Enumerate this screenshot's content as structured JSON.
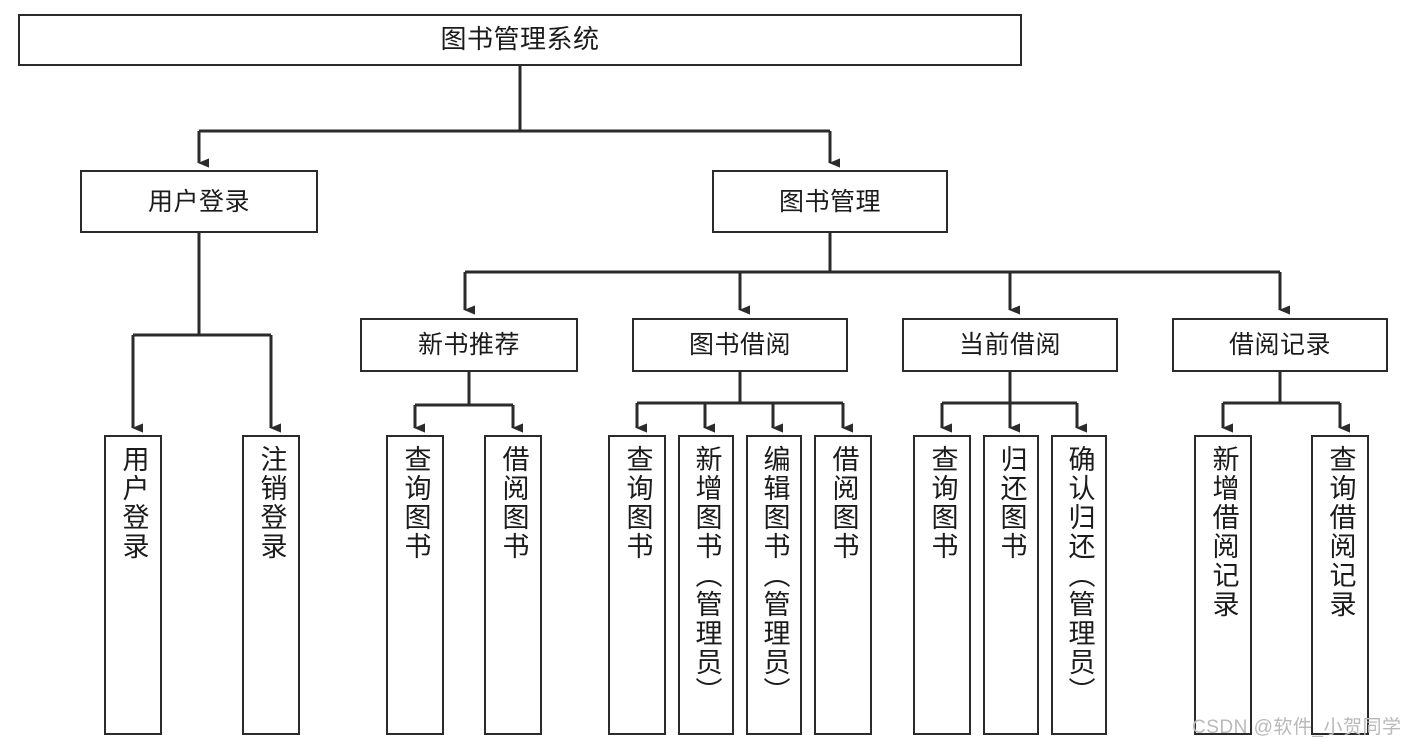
{
  "diagram": {
    "title": "图书管理系统",
    "watermark": "CSDN @软件_小贺同学",
    "colors": {
      "stroke": "#2b2b2b",
      "fill": "#ffffff",
      "text": "#1b1b1b",
      "watermark": "#b9b9b9"
    },
    "levels": {
      "root": "图书管理系统",
      "level2": [
        "用户登录",
        "图书管理"
      ],
      "level3": [
        "新书推荐",
        "图书借阅",
        "当前借阅",
        "借阅记录"
      ]
    },
    "nodes": {
      "root": {
        "label": "图书管理系统"
      },
      "user_login": {
        "label": "用户登录"
      },
      "book_manage": {
        "label": "图书管理"
      },
      "new_book_rec": {
        "label": "新书推荐"
      },
      "book_borrow": {
        "label": "图书借阅"
      },
      "current_borrow": {
        "label": "当前借阅"
      },
      "borrow_record": {
        "label": "借阅记录"
      },
      "leaf_user_login": {
        "label": "用户登录"
      },
      "leaf_logout": {
        "label": "注销登录"
      },
      "leaf_query_book_1": {
        "label": "查询图书"
      },
      "leaf_borrow_book_1": {
        "label": "借阅图书"
      },
      "leaf_query_book_2": {
        "label": "查询图书"
      },
      "leaf_add_book": {
        "label": "新增图书（管理员）"
      },
      "leaf_edit_book": {
        "label": "编辑图书（管理员）"
      },
      "leaf_borrow_book_2": {
        "label": "借阅图书"
      },
      "leaf_query_book_3": {
        "label": "查询图书"
      },
      "leaf_return_book": {
        "label": "归还图书"
      },
      "leaf_confirm_return": {
        "label": "确认归还（管理员）"
      },
      "leaf_add_record": {
        "label": "新增借阅记录"
      },
      "leaf_query_record": {
        "label": "查询借阅记录"
      }
    }
  }
}
